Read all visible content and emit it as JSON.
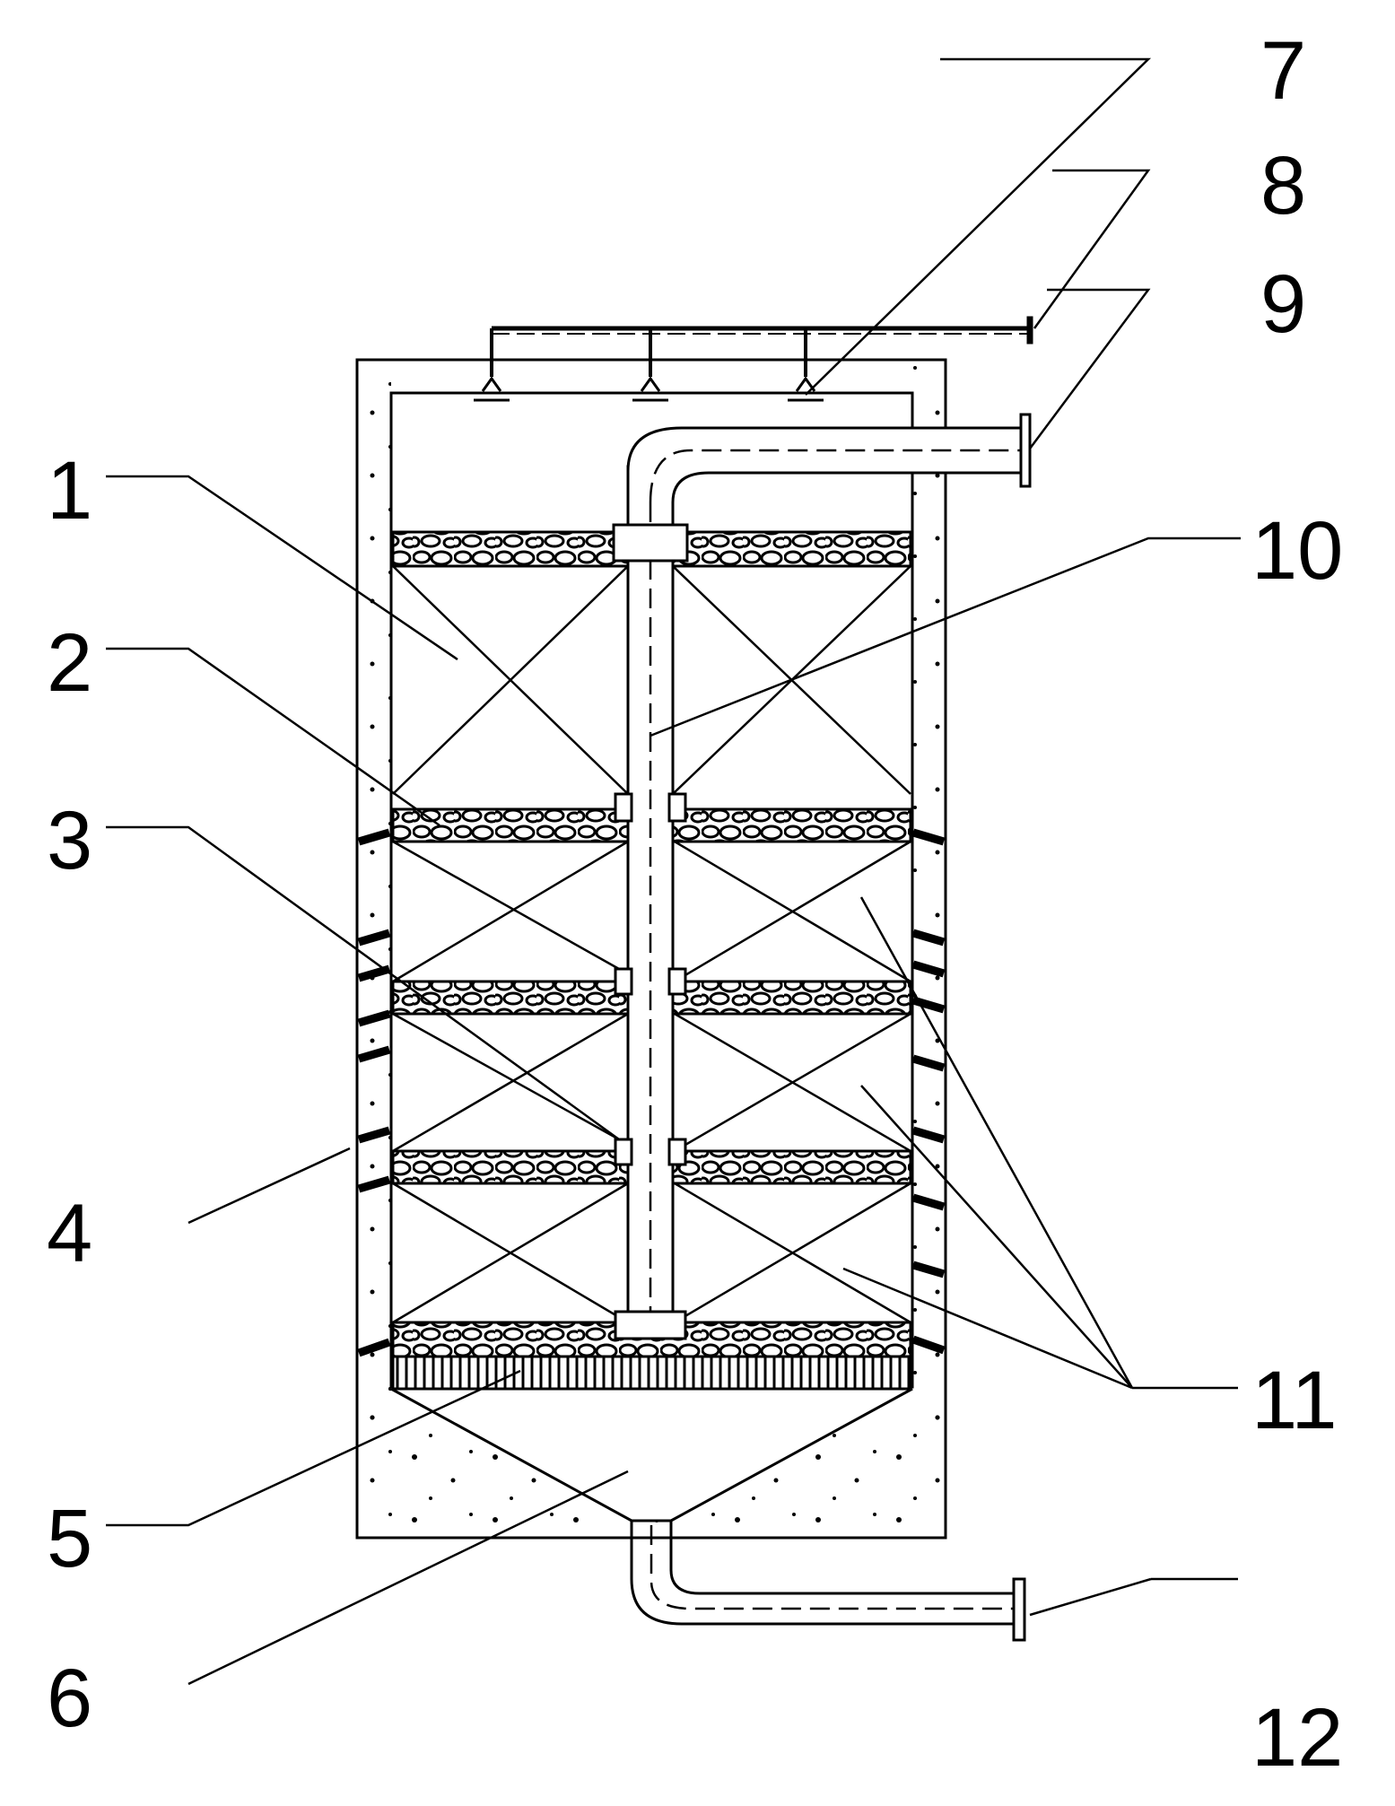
{
  "figure": {
    "reference_labels": [
      {
        "key": "n1",
        "text": "1"
      },
      {
        "key": "n2",
        "text": "2"
      },
      {
        "key": "n3",
        "text": "3"
      },
      {
        "key": "n4",
        "text": "4"
      },
      {
        "key": "n5",
        "text": "5"
      },
      {
        "key": "n6",
        "text": "6"
      },
      {
        "key": "n7",
        "text": "7"
      },
      {
        "key": "n8",
        "text": "8"
      },
      {
        "key": "n9",
        "text": "9"
      },
      {
        "key": "n10",
        "text": "10"
      },
      {
        "key": "n11",
        "text": "11"
      },
      {
        "key": "n12",
        "text": "12"
      }
    ],
    "colors": {
      "line": "#000000",
      "background": "#ffffff",
      "fill_grey": "#bfbfbf"
    }
  }
}
